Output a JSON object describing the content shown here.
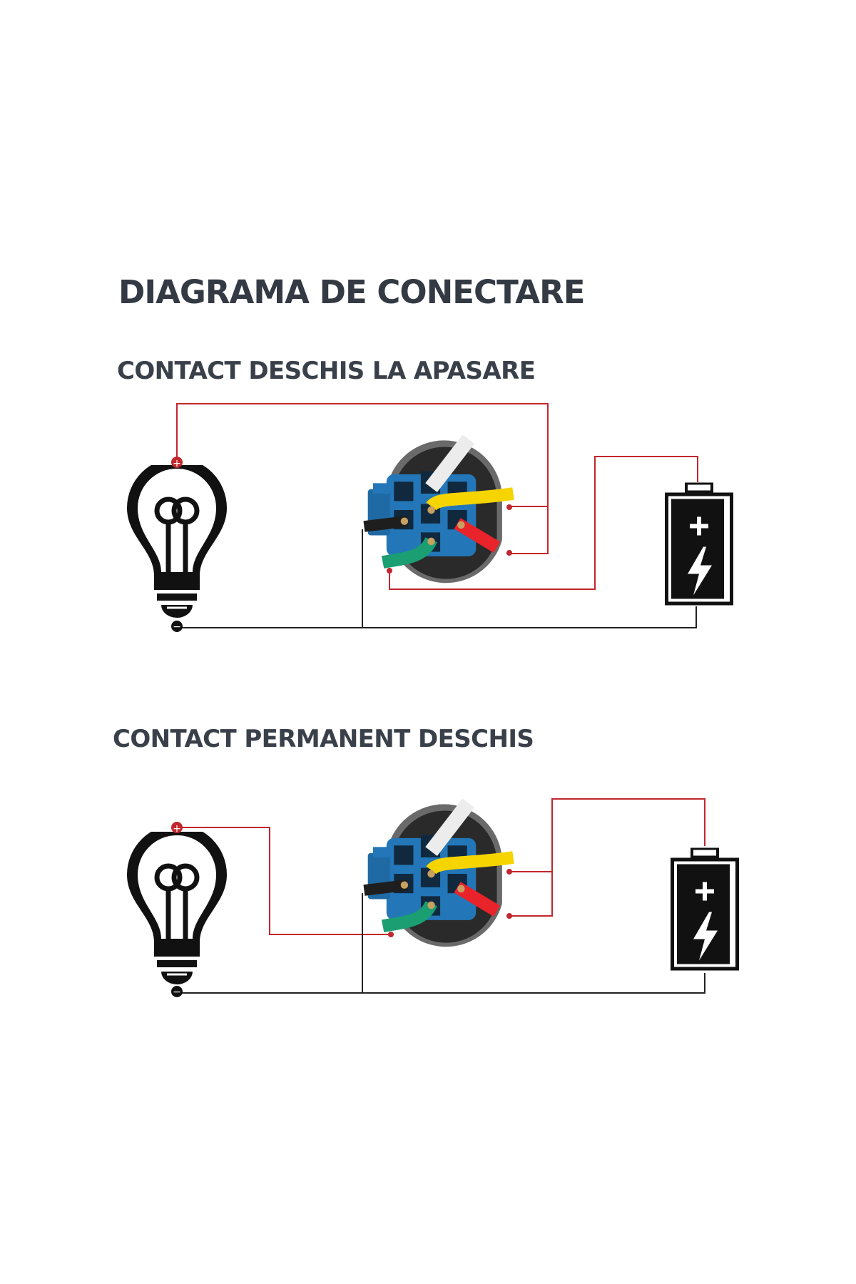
{
  "title": "DIAGRAMA DE CONECTARE",
  "diagrams": [
    {
      "heading": "CONTACT DESCHIS LA APASARE"
    },
    {
      "heading": "CONTACT PERMANENT DESCHIS"
    }
  ],
  "symbols": {
    "plus": "+",
    "minus": "−"
  },
  "icons": [
    "light-bulb-icon",
    "push-button-switch-icon",
    "battery-icon"
  ],
  "colors": {
    "title": "#333a44",
    "red_wire": "#c1272d",
    "black_wire": "#222222",
    "connector_blue": "#2377b8",
    "wire_white": "#ececec",
    "wire_yellow": "#f5d400",
    "wire_red": "#e8232a",
    "wire_green": "#1a9e72",
    "wire_black": "#1e1e1e"
  }
}
